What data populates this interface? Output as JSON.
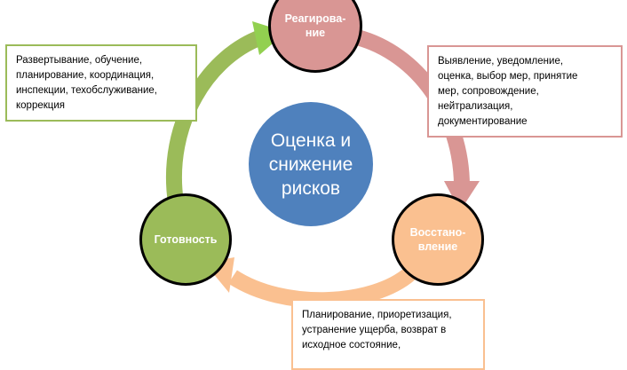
{
  "center": {
    "label": "Оценка и\nснижение\nрисков",
    "color": "#4f81bd"
  },
  "nodes": {
    "response": {
      "label": "Реагирова-\nние",
      "color": "#d99694"
    },
    "recovery": {
      "label": "Восстано-\nвление",
      "color": "#fac090"
    },
    "readiness": {
      "label": "Готовность",
      "color": "#9bbb59"
    }
  },
  "boxes": {
    "readiness": {
      "text": "Развертывание, обучение,\nпланирование, координация,\nинспекции, техобслуживание,\nкоррекция",
      "border_color": "#9bbb59"
    },
    "response": {
      "text": "Выявление, уведомление,\nоценка, выбор мер, принятие\nмер, сопровождение,\nнейтрализация,\nдокументирование",
      "border_color": "#d99694"
    },
    "recovery": {
      "text": "Планирование, приоретизация,\nустранение ущерба, возврат в\nисходное состояние,",
      "border_color": "#fac090"
    }
  }
}
